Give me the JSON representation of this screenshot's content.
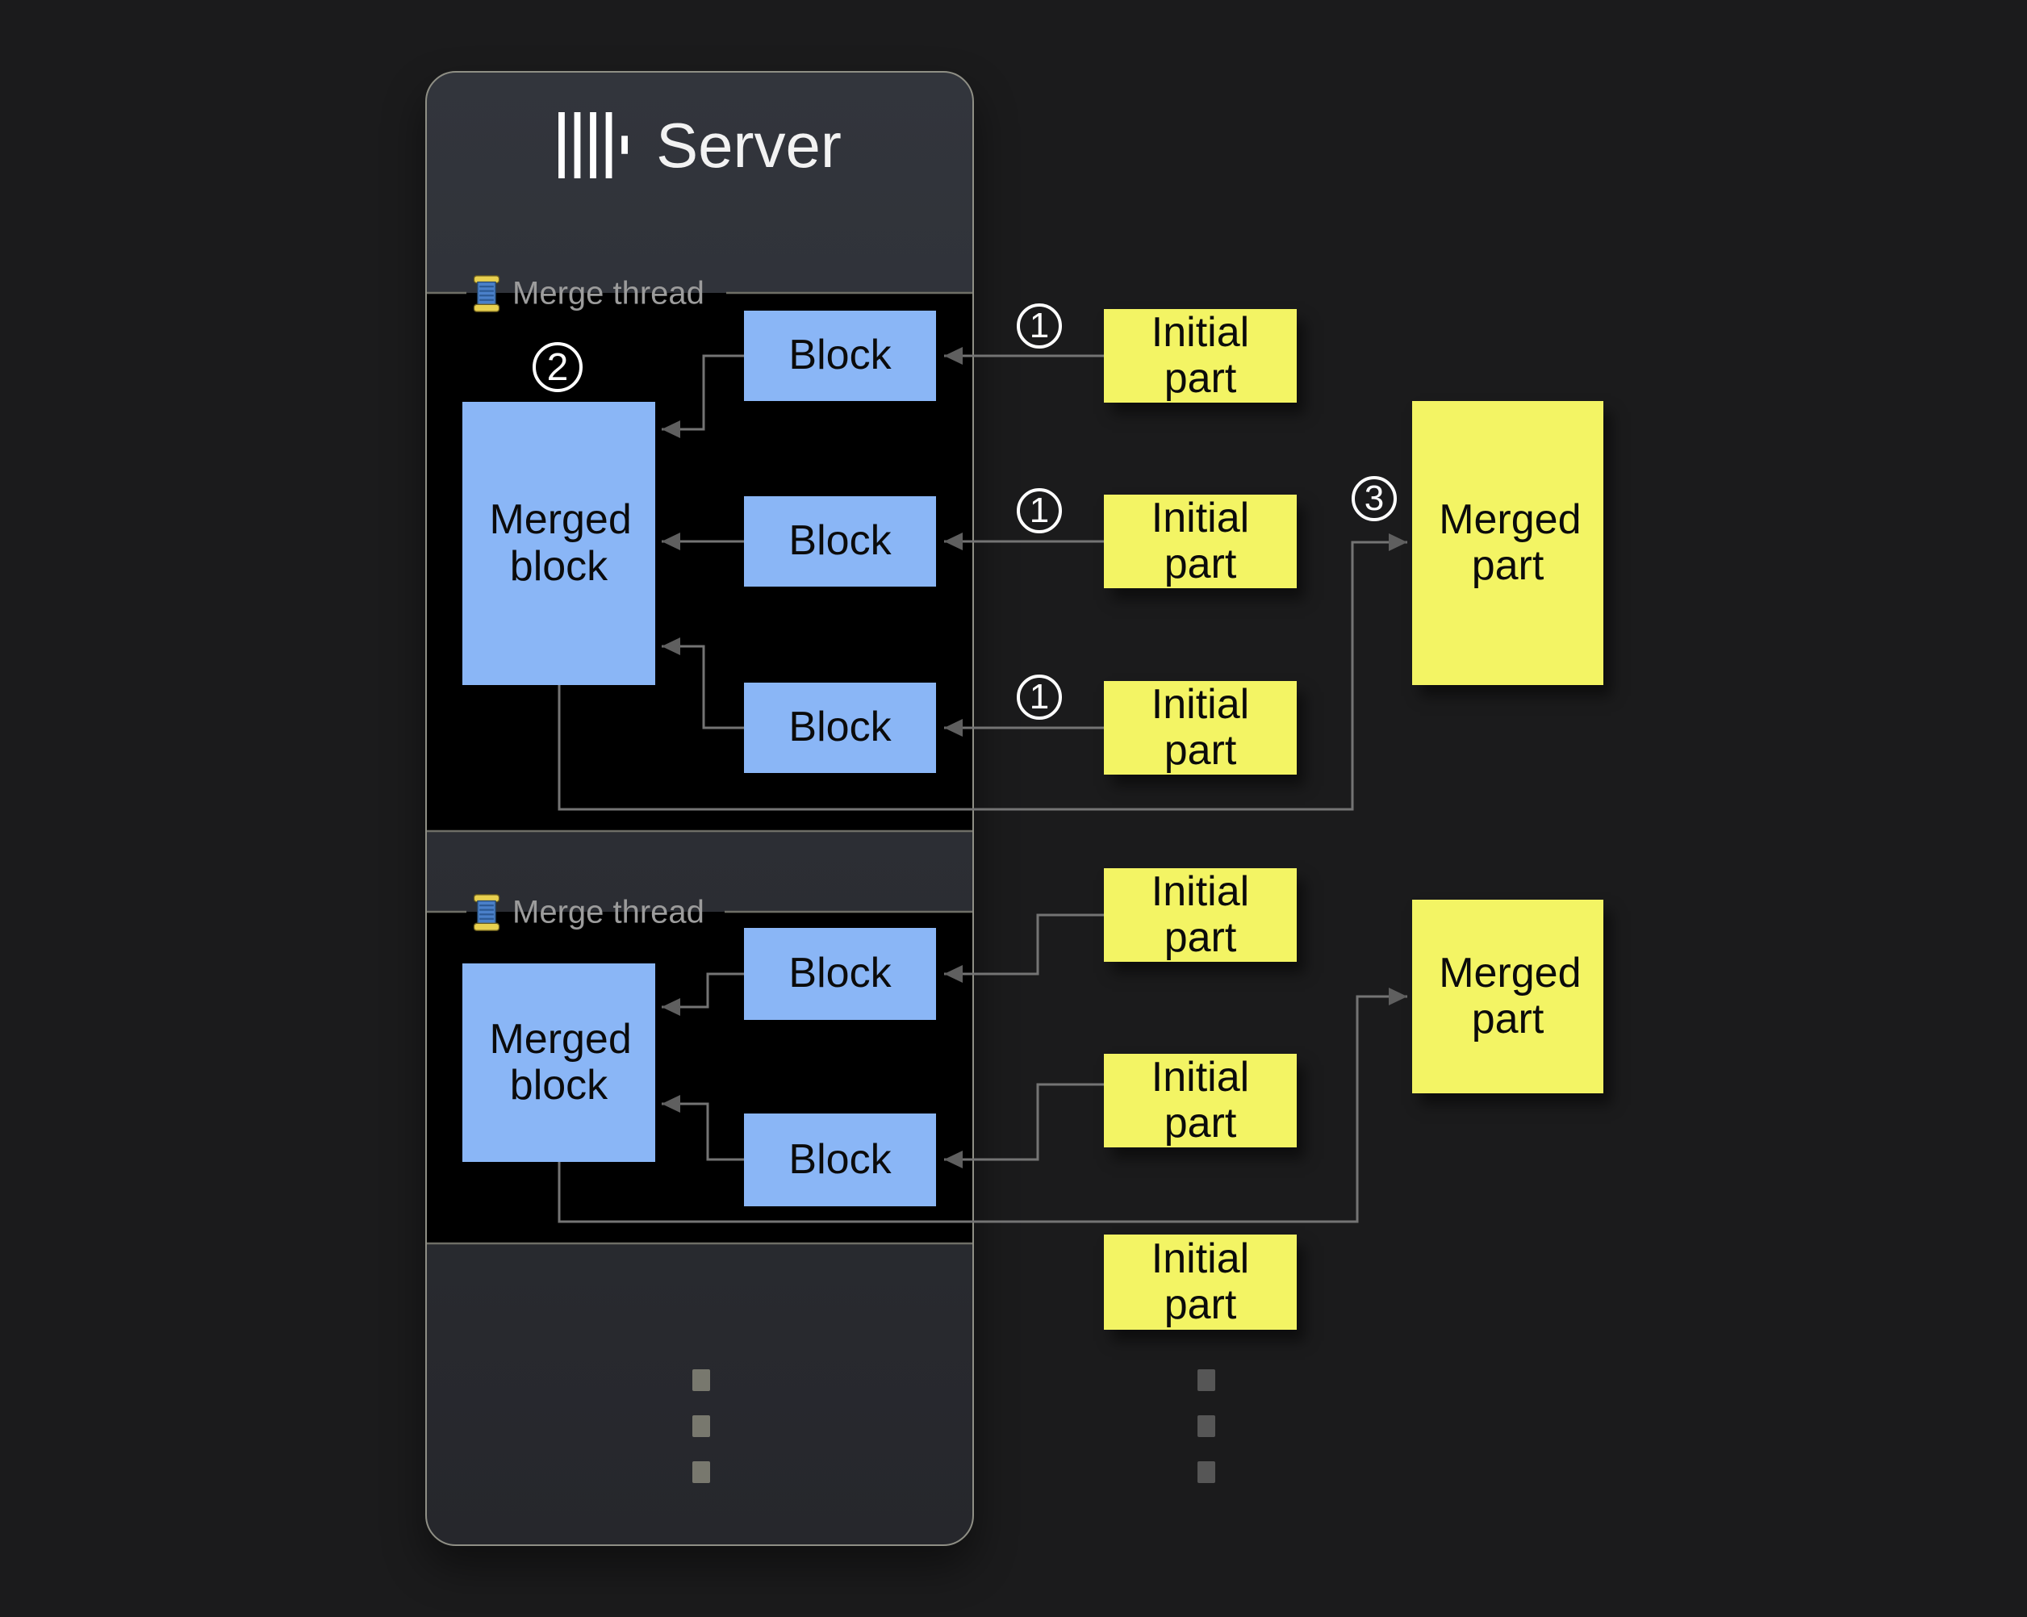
{
  "colors": {
    "background": "#1b1b1c",
    "panel_bg_top": "#32353c",
    "panel_bg_bottom": "#26272c",
    "panel_border": "#8f8f85",
    "section_bg": "#000000",
    "section_border": "#6e6e66",
    "block_fill": "#8ab6f6",
    "part_fill": "#f3f464",
    "box_text": "#0b0b0b",
    "line": "#747474",
    "arrowhead": "#5f5f5f",
    "label_text": "#9c9c9c",
    "title_text": "#f2f2f2",
    "badge": "#ffffff",
    "dots_inner": "#78786e",
    "dots_outer": "#565656"
  },
  "server": {
    "title": "Server",
    "logo_icon": "clickhouse-bars-logo"
  },
  "threads": [
    {
      "label": "Merge thread",
      "icon": "thread-spool-icon",
      "badge": "2",
      "merged_block_label": "Merged block",
      "blocks": [
        {
          "label": "Block"
        },
        {
          "label": "Block"
        },
        {
          "label": "Block"
        }
      ]
    },
    {
      "label": "Merge thread",
      "icon": "thread-spool-icon",
      "merged_block_label": "Merged block",
      "blocks": [
        {
          "label": "Block"
        },
        {
          "label": "Block"
        }
      ]
    }
  ],
  "parts": {
    "group1": {
      "initial": [
        {
          "label": "Initial part",
          "badge": "1"
        },
        {
          "label": "Initial part",
          "badge": "1"
        },
        {
          "label": "Initial part",
          "badge": "1"
        }
      ],
      "merged": {
        "label": "Merged part",
        "badge": "3"
      }
    },
    "group2": {
      "initial": [
        {
          "label": "Initial part"
        },
        {
          "label": "Initial part"
        },
        {
          "label": "Initial part"
        }
      ],
      "merged": {
        "label": "Merged part"
      }
    }
  }
}
